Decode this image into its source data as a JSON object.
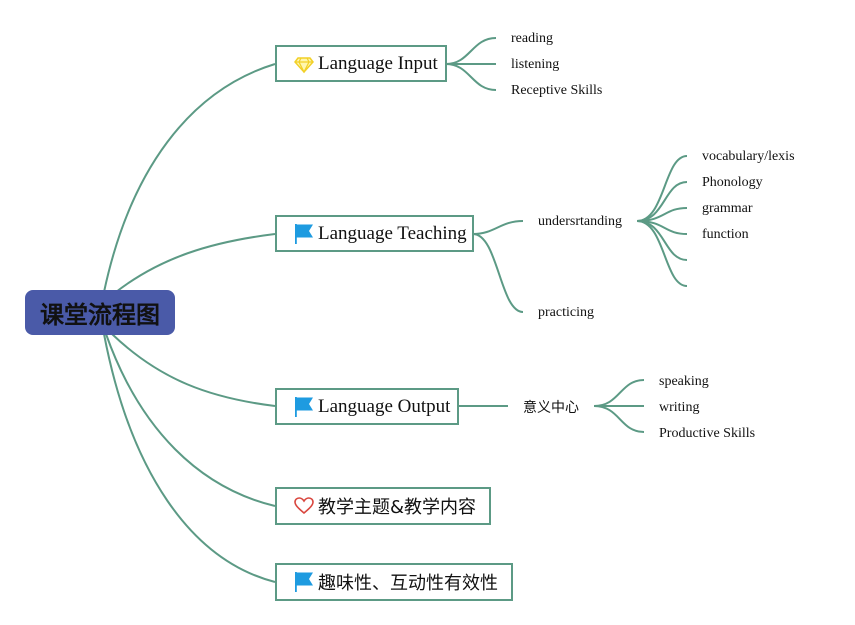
{
  "root": {
    "label": "课堂流程图"
  },
  "branches": [
    {
      "label": "Language Input",
      "icon": "diamond-icon",
      "children": [
        "reading",
        "listening",
        "Receptive Skills"
      ]
    },
    {
      "label": "Language Teaching",
      "icon": "flag-icon",
      "sub": [
        {
          "label": "undersrtanding",
          "children": [
            "vocabulary/lexis",
            "Phonology",
            "grammar",
            "function",
            "",
            ""
          ]
        },
        {
          "label": "practicing",
          "children": []
        }
      ]
    },
    {
      "label": "Language Output",
      "icon": "flag-icon",
      "sub": [
        {
          "label": "意义中心",
          "children": [
            "speaking",
            "writing",
            "Productive Skills"
          ]
        }
      ]
    },
    {
      "label": "教学主题&教学内容",
      "icon": "heart-icon"
    },
    {
      "label": "趣味性、互动性有效性",
      "icon": "flag-icon"
    }
  ],
  "colors": {
    "line": "#5c9a85",
    "root": "#4a5aa8",
    "flag": "#1e9be0",
    "heart": "#d9463e",
    "diamond": "#f2d027"
  }
}
